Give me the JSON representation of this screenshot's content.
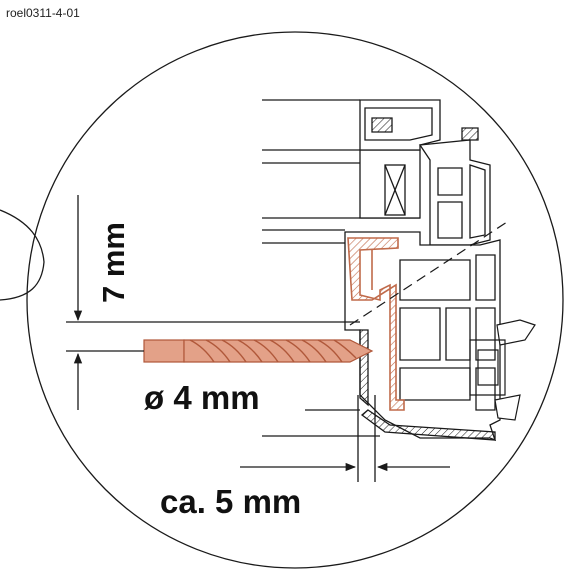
{
  "figure": {
    "reference_id": "roel0311-4-01",
    "label_height": "7 mm",
    "label_diameter": "ø 4 mm",
    "label_distance": "ca. 5 mm"
  },
  "colors": {
    "ink": "#1a1a1a",
    "drill": "#e3a188",
    "drill_stroke": "#b0583a",
    "highlight": "#c06a4a",
    "background": "#ffffff"
  }
}
